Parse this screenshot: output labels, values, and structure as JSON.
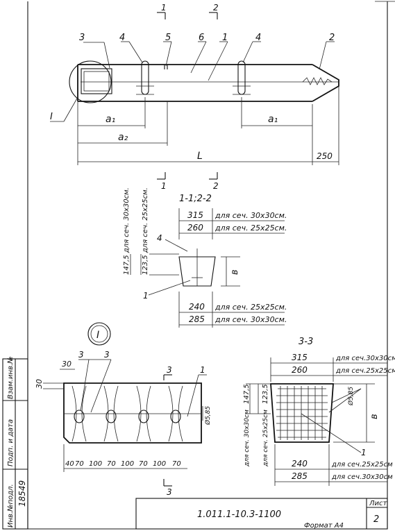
{
  "drawing": {
    "plan_labels": {
      "a1_left": "a₁",
      "a1_right": "a₁",
      "a2": "a₂",
      "length": "L",
      "tip_length": "250"
    },
    "callouts": {
      "c1": "1",
      "c2": "2",
      "c3": "3",
      "c4a": "4",
      "c4b": "4",
      "c5": "5",
      "c6": "6",
      "detail_ref": "I"
    },
    "section_marks": {
      "top_1": "1",
      "top_2": "2",
      "bottom_1": "1",
      "bottom_2": "2",
      "s3_top": "3",
      "s3_bottom": "3"
    },
    "section_1_2": {
      "title": "1-1;2-2",
      "dim_315": "315",
      "dim_315_note": "для сеч. 30х30см.",
      "dim_260": "260",
      "dim_260_note": "для сеч. 25х25см.",
      "vert_147": "147,5 для сеч. 30х30см.",
      "vert_123": "123,5 для сеч. 25х25см.",
      "height_label": "в",
      "callout_4": "4",
      "callout_1": "1",
      "dim_240": "240",
      "dim_240_note": "для сеч. 25х25см.",
      "dim_285": "285",
      "dim_285_note": "для сеч. 30х30см."
    },
    "detail_I": {
      "title": "I",
      "dim_30_h": "30",
      "dim_30_v": "30",
      "callout_3a": "3",
      "callout_3b": "3",
      "callout_1": "1",
      "dim_585": "Ø5,85",
      "spacings": [
        "40",
        "70",
        "100",
        "70",
        "100",
        "70",
        "100",
        "70"
      ]
    },
    "section_3_3": {
      "title": "3-3",
      "dim_315": "315",
      "dim_315_note": "для сеч.30х30см",
      "dim_260": "260",
      "dim_260_note": "для сеч.25х25см",
      "vert_147": "147,5",
      "vert_123": "123,5",
      "vert_note_30": "для сеч. 30х30см",
      "vert_note_25": "для сеч. 25х25см",
      "dim_585": "Ø5,85",
      "height_label": "в",
      "callout_1": "1",
      "dim_240": "240",
      "dim_240_note": "для сеч.25х25см",
      "dim_285": "285",
      "dim_285_note": "для сеч.30х30см"
    }
  },
  "title_block": {
    "designation": "1.011.1-10.3-1100",
    "sheet_label": "Лист",
    "sheet_number": "2",
    "format": "Формат А4",
    "side_labels": [
      "Инв.№подл.",
      "Подп. и дата",
      "Взам.инв.№"
    ],
    "inventory_number": "18549"
  }
}
